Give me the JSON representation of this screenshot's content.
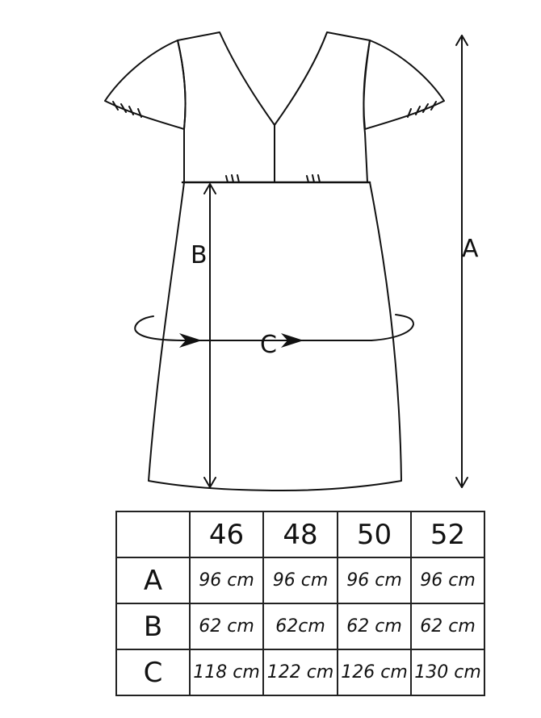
{
  "labels": {
    "a": "A",
    "b": "B",
    "c": "C"
  },
  "table": {
    "header": [
      "",
      "46",
      "48",
      "50",
      "52"
    ],
    "rows": [
      {
        "label": "A",
        "values": [
          "96 cm",
          "96 cm",
          "96 cm",
          "96 cm"
        ]
      },
      {
        "label": "B",
        "values": [
          "62 cm",
          "62cm",
          "62 cm",
          "62 cm"
        ]
      },
      {
        "label": "C",
        "values": [
          "118 cm",
          "122 cm",
          "126 cm",
          "130 cm"
        ]
      }
    ]
  }
}
